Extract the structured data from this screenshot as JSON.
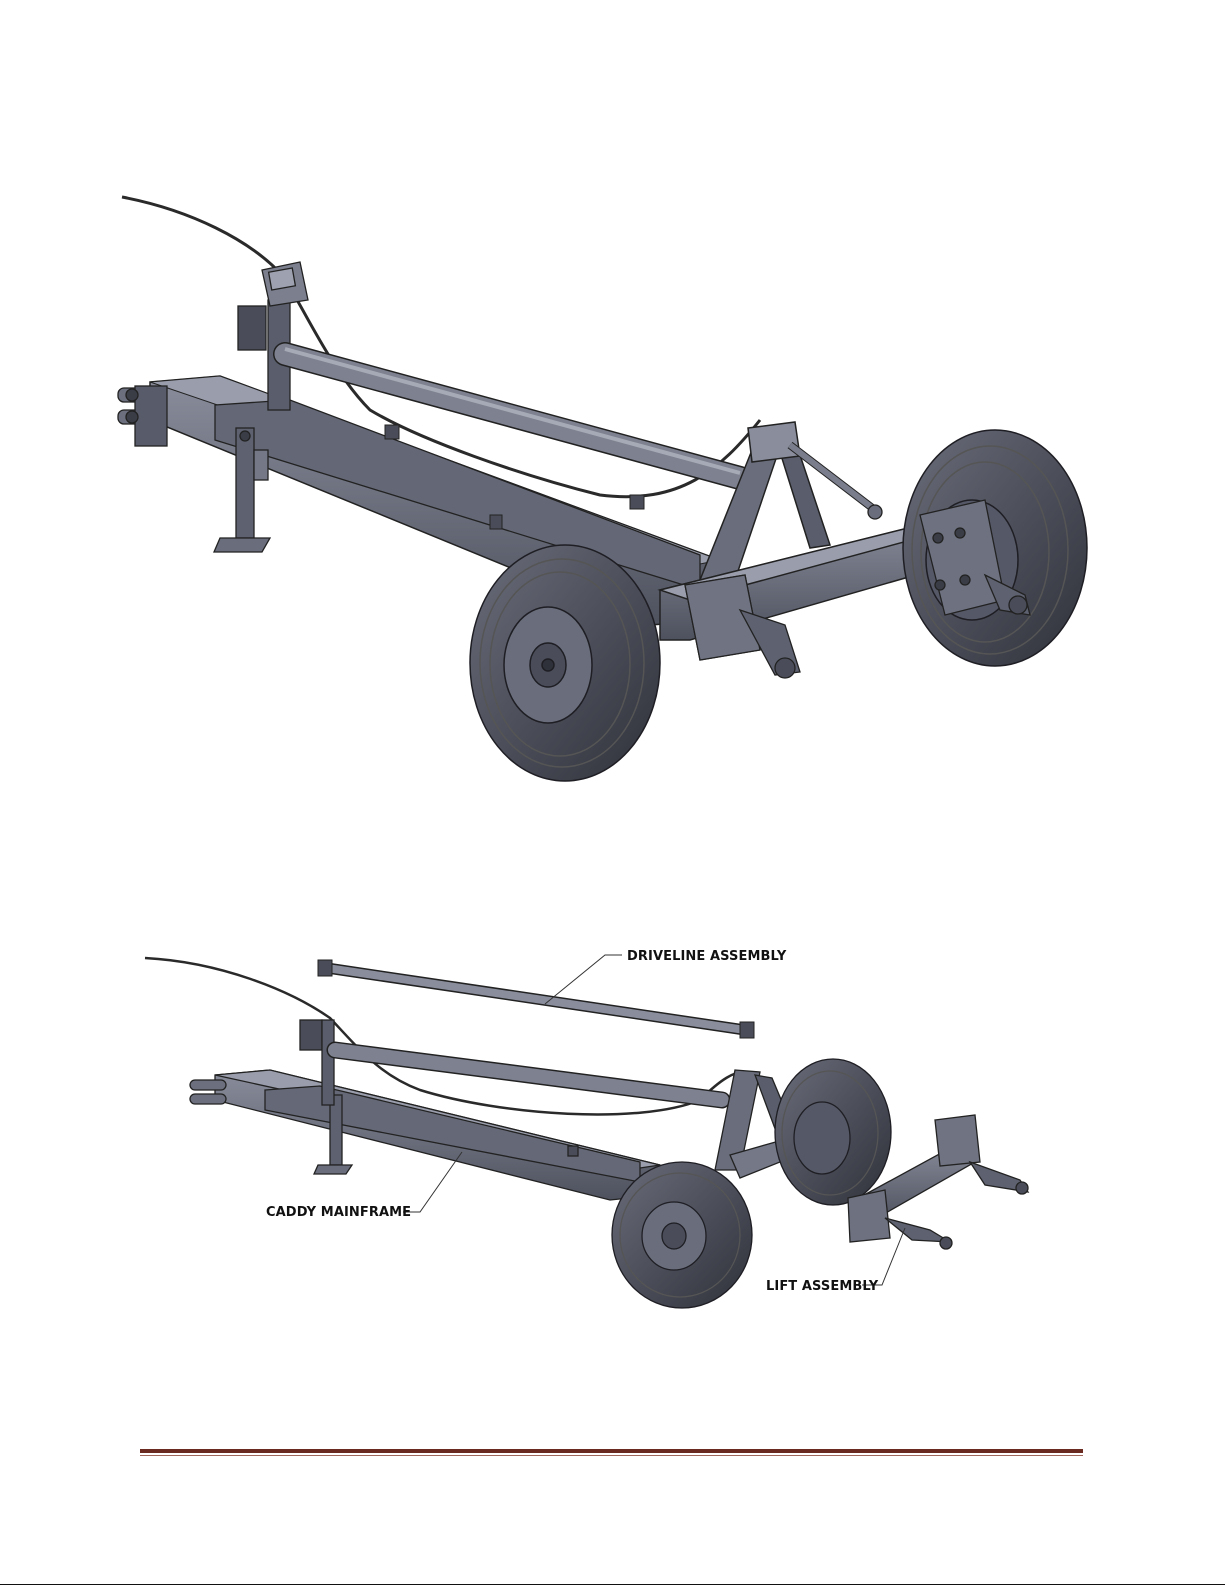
{
  "figures": [
    {
      "id": "assembled",
      "labels": []
    },
    {
      "id": "exploded",
      "labels": {
        "driveline": "DRIVELINE ASSEMBLY",
        "mainframe": "CADDY MAINFRAME",
        "lift": "LIFT ASSEMBLY"
      }
    }
  ],
  "colors": {
    "metal": "#5e6170",
    "metal_light": "#7b7f8e",
    "metal_dark": "#3a3c46",
    "tire": "#3d3f4a",
    "footer_rule": "#6b2a1f"
  }
}
